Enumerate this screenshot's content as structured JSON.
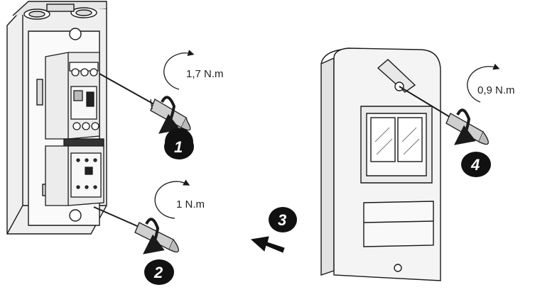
{
  "steps": [
    {
      "number": "1",
      "torque": "1,7 N.m"
    },
    {
      "number": "2",
      "torque": "1 N.m"
    },
    {
      "number": "3"
    },
    {
      "number": "4",
      "torque": "0,9 N.m"
    }
  ],
  "colors": {
    "line": "#1a1a1a",
    "panel_fill": "#f4f4f4",
    "shadow": "#d0d0d0",
    "badge": "#111111"
  },
  "icons": [
    "rotate-clockwise-icon",
    "screwdriver-icon",
    "push-arrow-icon"
  ]
}
